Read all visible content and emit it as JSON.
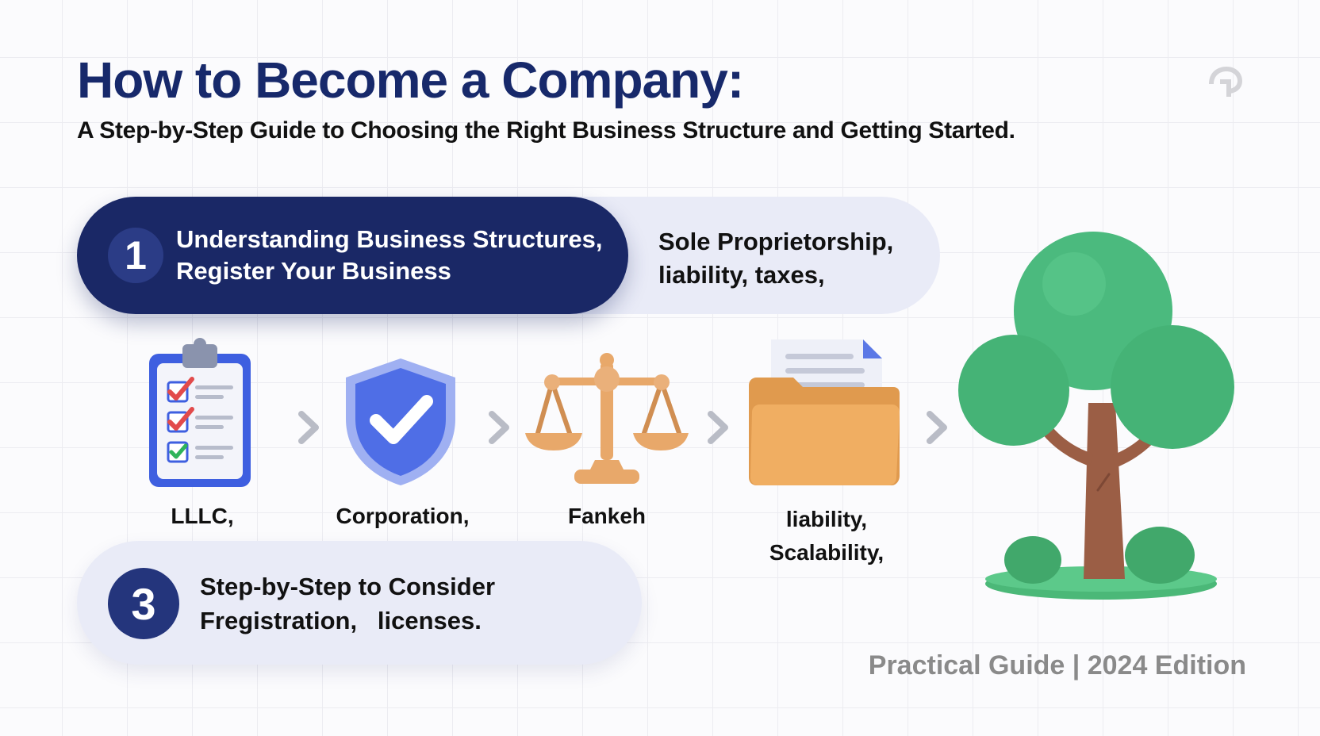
{
  "header": {
    "title": "How to Become a Company:",
    "subtitle": "A Step-by-Step Guide to Choosing the Right Business Structure and Getting Started."
  },
  "step1": {
    "number": "1",
    "lines": [
      "Understanding Business Structures,",
      "Register Your Business"
    ],
    "side_lines": [
      "Sole Proprietorship,",
      "liability, taxes,"
    ]
  },
  "icons": [
    {
      "icon": "clipboard-checklist-icon",
      "label": [
        "LLLC,"
      ]
    },
    {
      "icon": "shield-check-icon",
      "label": [
        "Corporation,"
      ]
    },
    {
      "icon": "balance-scale-icon",
      "label": [
        "Fankeh"
      ]
    },
    {
      "icon": "folder-document-icon",
      "label": [
        "liability,",
        "Scalability,"
      ]
    }
  ],
  "step3": {
    "number": "3",
    "lines": [
      "Step-by-Step to Consider",
      "Fregistration,   licenses."
    ]
  },
  "footer": {
    "text": "Practical Guide | 2024 Edition"
  },
  "colors": {
    "navy": "#1a2866",
    "navy_title": "#17296b",
    "pill_light": "#e9ebf7",
    "tree_green": "#4bba7e",
    "trunk_brown": "#9b5e45",
    "shield_blue": "#4f6ee6",
    "folder_orange": "#f0ae62",
    "footer_gray": "#8a8a8a"
  }
}
